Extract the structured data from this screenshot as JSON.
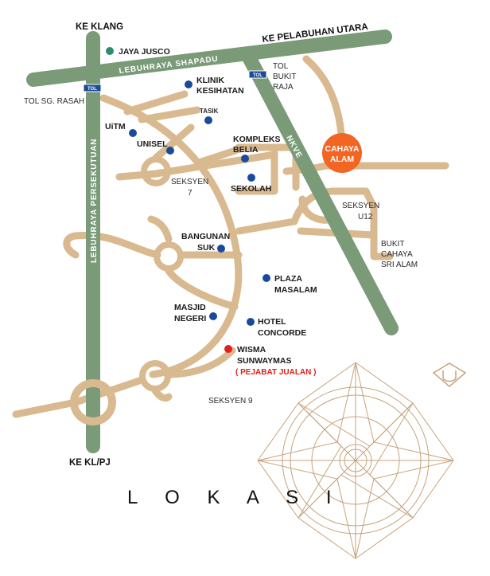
{
  "title": "L O K A S I",
  "colors": {
    "highway": "#7a9a78",
    "local_road": "#d9b98f",
    "compass": "#c8a27a",
    "marker": "#1a4a9a",
    "marker_highlight": "#e0201b",
    "destination": "#f26522"
  },
  "highways": {
    "shapadu": "LEBUHRAYA SHAPADU",
    "persekutuan": "LEBUHRAYA PERSEKUTUAN",
    "nkve": "NKVE"
  },
  "directions": {
    "ke_klang": "KE KLANG",
    "ke_pelabuhan": "KE PELABUHAN UTARA",
    "ke_kl": "KE KL/PJ"
  },
  "toll": {
    "badge": "TOL",
    "sg_rasah": "TOL SG. RASAH",
    "bukit_raja": [
      "TOL",
      "BUKIT",
      "RAJA"
    ]
  },
  "destination": [
    "CAHAYA",
    "ALAM"
  ],
  "places": {
    "jaya_jusco": "JAYA JUSCO",
    "klinik": [
      "KLINIK",
      "KESIHATAN"
    ],
    "tasik": "TASIK",
    "uitm": "UiTM",
    "unisel": "UNISEL",
    "kompleks": [
      "KOMPLEKS",
      "BELIA"
    ],
    "sekolah": "SEKOLAH",
    "bangunan": [
      "BANGUNAN",
      "SUK"
    ],
    "plaza": [
      "PLAZA",
      "MASALAM"
    ],
    "masjid": [
      "MASJID",
      "NEGERI"
    ],
    "hotel": [
      "HOTEL",
      "CONCORDE"
    ],
    "wisma": [
      "WISMA",
      "SUNWAYMAS"
    ],
    "pejabat": "( PEJABAT JUALAN )"
  },
  "areas": {
    "seksyen7": [
      "SEKSYEN",
      "7"
    ],
    "seksyenU12": [
      "SEKSYEN",
      "U12"
    ],
    "bukit_cahaya": [
      "BUKIT",
      "CAHAYA",
      "SRI ALAM"
    ],
    "seksyen9": "SEKSYEN 9"
  }
}
